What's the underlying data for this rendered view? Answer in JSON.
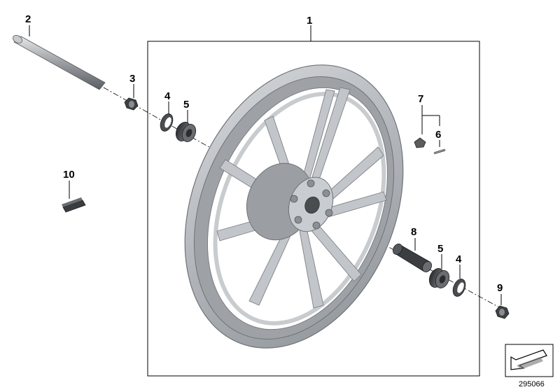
{
  "callouts": {
    "c1": "1",
    "c2": "2",
    "c3": "3",
    "c4_top": "4",
    "c5_top": "5",
    "c6": "6",
    "c7": "7",
    "c8": "8",
    "c5_bottom": "5",
    "c4_bottom": "4",
    "c9": "9",
    "c10": "10"
  },
  "document_number": "295066",
  "icons": {
    "orientation": "direction-arrow-icon"
  },
  "colors": {
    "rim": "#b4b8bd",
    "rim_dark": "#7e8388",
    "spoke": "#c3c6ca",
    "hub": "#a9adb2",
    "metal_dark": "#4a4d50",
    "line": "#000000"
  }
}
